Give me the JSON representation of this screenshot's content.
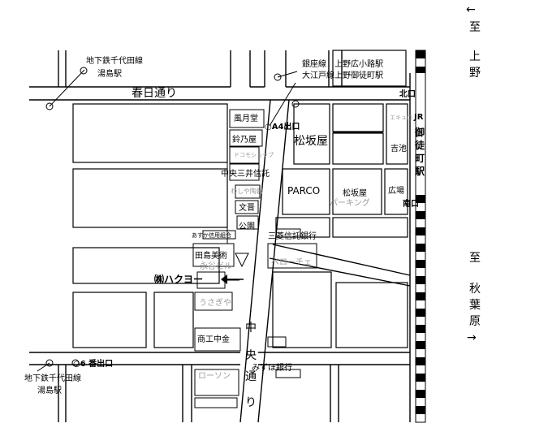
{
  "directions": {
    "north_arrow": "←",
    "north_to": "至",
    "north_place": [
      "上",
      "野"
    ],
    "south_to": "至",
    "south_place": [
      "秋",
      "葉",
      "原"
    ],
    "south_arrow": "→"
  },
  "stations": {
    "tl_line": "地下鉄千代田線",
    "tl_station": "湯島駅",
    "bl_line": "地下鉄千代田線",
    "bl_station": "湯島駅",
    "ginza_1": "銀座線　上野広小路駅",
    "ginza_2": "大江戸線上野御徒町駅",
    "jr_label": "JR",
    "jr_name": [
      "御",
      "徒",
      "町",
      "駅"
    ],
    "north_exit": "北口",
    "south_exit": "南口",
    "exit_a4": "○A4出口",
    "exit_6": "○6 番出口"
  },
  "streets": {
    "kasuga": "春日通り",
    "chuo": [
      "中",
      "央",
      "通",
      "り"
    ]
  },
  "landmarks": {
    "fugetsudo": "風月堂",
    "suzunoya": "鈴乃屋",
    "kosme": "ドコモショップ",
    "chuo_mitsui": "中央三井信託",
    "matsuzakaya": "松坂屋",
    "parco": "PARCO",
    "matsuzakaya_parking_1": "松坂屋",
    "matsuzakaya_parking_2": "パーキング",
    "hiroba": "広場",
    "yoshiike": "吉池",
    "ecuyoru": "エキュロ",
    "wasabi": "わしや陶器",
    "bunban": "文晋",
    "park": "公園",
    "asuka": "あすか信用組合",
    "mitsubishi": "三菱信託銀行",
    "tajima": "田島美術",
    "eitani": "永谷ビル",
    "blocky": "ペローチェ",
    "hakuyo": "㈱ハクヨー",
    "usagiya": "うさぎや",
    "shoko": "商工中金",
    "lawson": "ローソン",
    "mizuho": "みずほ銀行"
  }
}
